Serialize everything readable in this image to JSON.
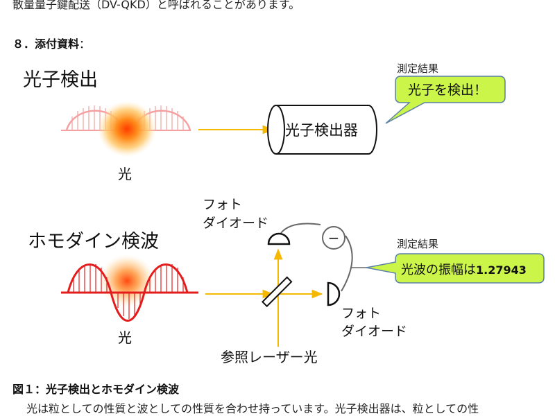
{
  "top_text": "散量量子鍵配送（DV-QKD）と呼ばれることがあります。",
  "section": {
    "number": "８．",
    "title": "添付資料",
    "colon": "："
  },
  "diagram": {
    "photon_detection": {
      "title": "光子検出",
      "light_label": "光",
      "detector_label": "光子検出器",
      "result_heading": "測定結果",
      "result_text": "光子を検出！"
    },
    "homodyne": {
      "title": "ホモダイン検波",
      "light_label": "光",
      "photodiode_top_line1": "フォト",
      "photodiode_top_line2": "ダイオード",
      "photodiode_bottom_line1": "フォト",
      "photodiode_bottom_line2": "ダイオード",
      "minus_sign": "−",
      "reference_label": "参照レーザー光",
      "result_heading": "測定結果",
      "result_text": "光波の振幅は",
      "result_value": "1.27943"
    },
    "colors": {
      "beam": "#f5b800",
      "wave_light": "#f08080",
      "wave_strong": "#e31d1d",
      "callout_fill": "#ccf54a",
      "callout_border": "#5a7fa8"
    }
  },
  "caption": "図１：光子検出とホモダイン検波",
  "body_text": "光は粒としての性質と波としての性質を合わせ持っています。光子検出器は、粒としての性"
}
